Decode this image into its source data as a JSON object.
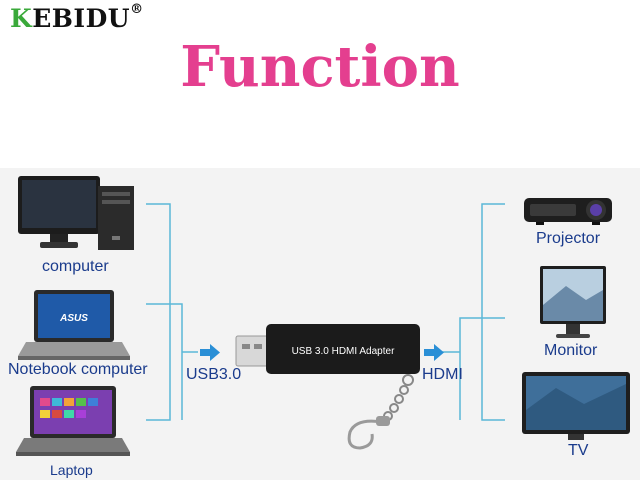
{
  "brand": {
    "logo_initial": "K",
    "logo_rest": "EBIDU",
    "registered": "®"
  },
  "title": "Function",
  "sources": {
    "computer": "computer",
    "notebook": "Notebook computer",
    "laptop": "Laptop"
  },
  "input_label": "USB3.0",
  "adapter_text": "USB 3.0 HDMI Adapter",
  "output_label": "HDMI",
  "outputs": {
    "projector": "Projector",
    "monitor": "Monitor",
    "tv": "TV"
  },
  "colors": {
    "title": "#e43f8f",
    "logo_k": "#3aa93a",
    "label": "#1a3b8c",
    "line": "#5bb8d8",
    "arrow": "#2a8fd6"
  }
}
